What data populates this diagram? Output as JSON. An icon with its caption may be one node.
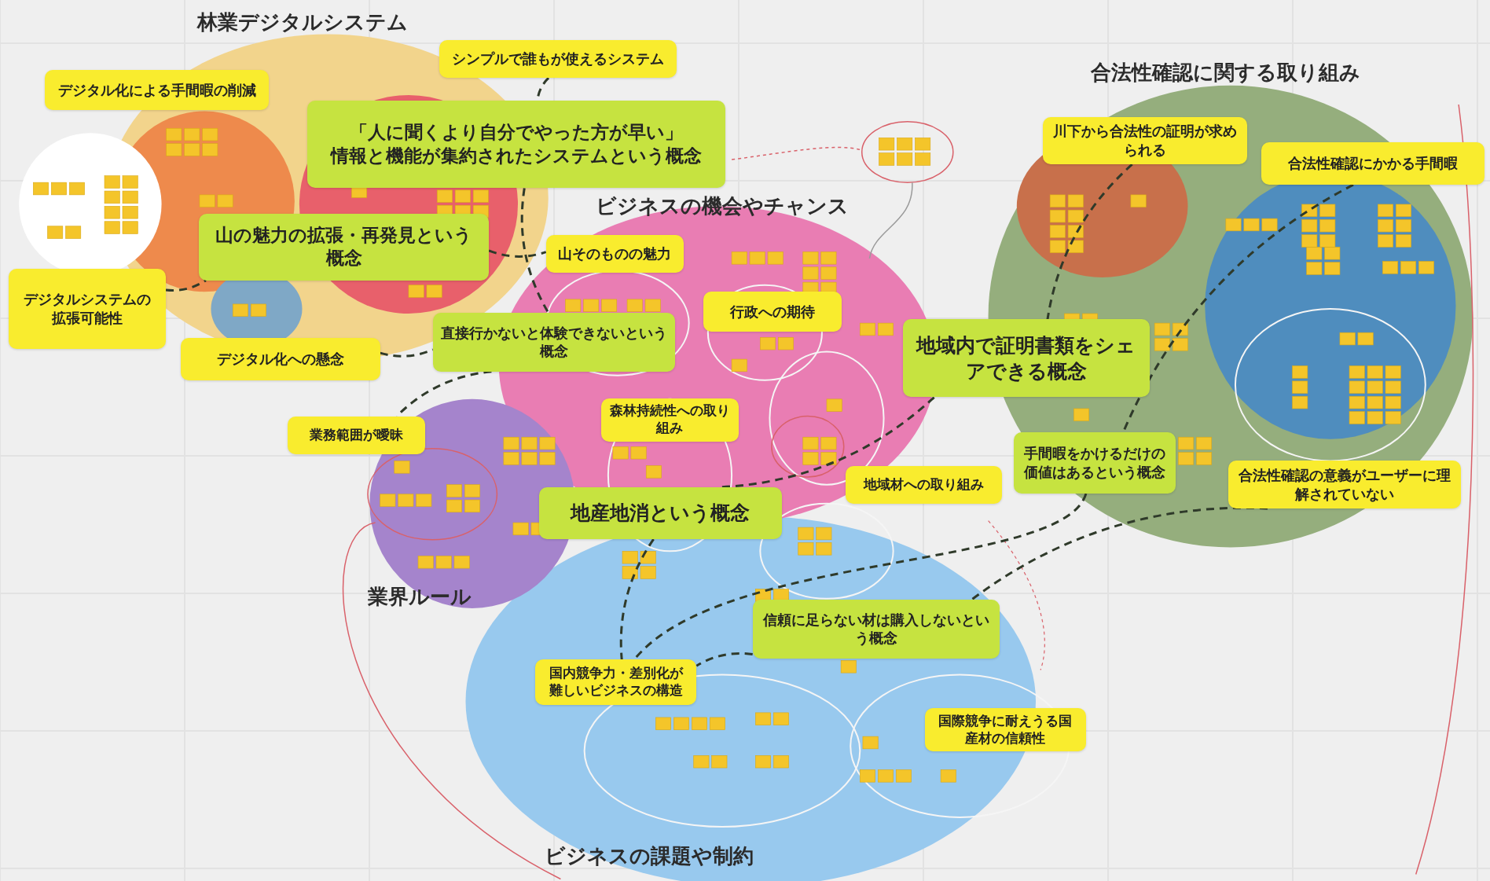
{
  "diagram": {
    "nodes": [
      {
        "text": [
          "デジタル化による手間暇の削減"
        ]
      },
      {
        "text": [
          "シンプルで誰もが使えるシステム"
        ]
      },
      {
        "text": [
          "「人に聞くより自分でやった方が早い」情報と機能が集約されたシステムという概念"
        ]
      },
      {
        "text": [
          "山の魅力の拡張・再発見という概念"
        ]
      },
      {
        "text": [
          "デジタルシステムの拡張可能性"
        ]
      },
      {
        "text": [
          "山そのものの魅力"
        ]
      },
      {
        "text": [
          "デジタル化への懸念"
        ]
      },
      {
        "text": [
          "直接行かないと体験できないという概念"
        ]
      },
      {
        "text": [
          "行政への期待"
        ]
      },
      {
        "text": [
          "業務範囲が曖昧"
        ]
      },
      {
        "text": [
          "森林持続性への取り組み"
        ]
      },
      {
        "text": [
          "地域材への取り組み"
        ]
      },
      {
        "text": [
          "地産地消という概念"
        ]
      },
      {
        "text": [
          "地域内で証明書類をシェアできる概念"
        ]
      },
      {
        "text": [
          "川下から合法性の証明が求められる"
        ]
      },
      {
        "text": [
          "合法性確認にかかる手間暇"
        ]
      },
      {
        "text": [
          "手間暇をかけるだけの価値はあるという概念"
        ]
      },
      {
        "text": [
          "合法性確認の意義がユーザーに理解されていない"
        ]
      },
      {
        "text": [
          "信頼に足らない材は購入しないという概念"
        ]
      },
      {
        "text": [
          "国内競争力・差別化が難しいビジネスの構造"
        ]
      },
      {
        "text": [
          "国際競争に耐えうる国産材の信頼性"
        ]
      }
    ],
    "edges": [
      {
        "from": 1,
        "to": 2,
        "arrow": "none",
        "style": "dashed"
      },
      {
        "from": 2,
        "to": 7,
        "arrow": "none",
        "style": "dashed"
      },
      {
        "from": 4,
        "to": 3,
        "arrow": "none",
        "style": "dashed"
      },
      {
        "from": 3,
        "to": 5,
        "arrow": "none",
        "style": "dashed"
      },
      {
        "from": 6,
        "to": 7,
        "arrow": "none",
        "style": "dashed"
      },
      {
        "from": 7,
        "to": 9,
        "arrow": "none",
        "style": "dashed"
      },
      {
        "from": 12,
        "to": 19,
        "arrow": "none",
        "style": "dashed"
      },
      {
        "from": 12,
        "to": 13,
        "arrow": "none",
        "style": "dashed"
      },
      {
        "from": 14,
        "to": 13,
        "arrow": "none",
        "style": "dashed"
      },
      {
        "from": 15,
        "to": 16,
        "arrow": "none",
        "style": "dashed"
      },
      {
        "from": 16,
        "to": 19,
        "arrow": "none",
        "style": "dashed"
      },
      {
        "from": 17,
        "to": 18,
        "arrow": "none",
        "style": "dashed"
      },
      {
        "from": 18,
        "to": 19,
        "arrow": "none",
        "style": "dashed"
      }
    ],
    "labels": [
      "林業デジタルシステム",
      "合法性確認に関する取り組み",
      "ビジネスの機会やチャンス",
      "業界ルール",
      "ビジネスの課題や制約"
    ]
  }
}
